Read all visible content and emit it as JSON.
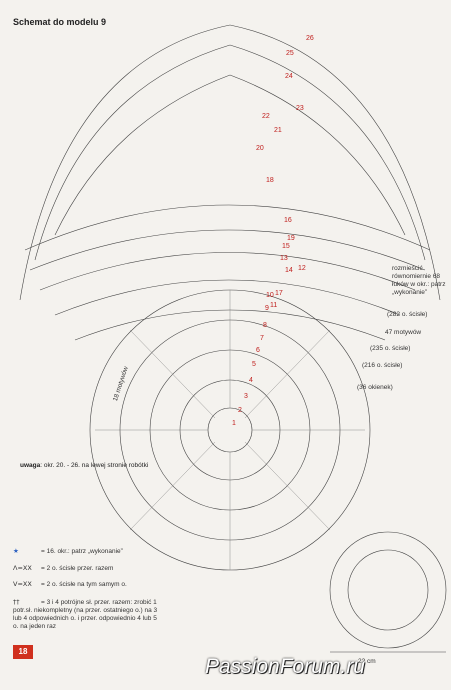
{
  "title": "Schemat do modelu 9",
  "notes": {
    "even": "rozmieścić równomiernie 68 łuków w okr.: patrz „wykonanie”",
    "r282": "(282 o. ścisłe)",
    "motifs47": "47 motywów",
    "r235": "(235 o. ścisłe)",
    "r216": "(216 o. ścisłe)",
    "r36": "(36 okienek)",
    "motifs18": "18 motywów"
  },
  "uwaga": {
    "label": "uwaga",
    "text": ": okr. 20. - 26. na lewej stronie robótki"
  },
  "legend": [
    {
      "sym": "★",
      "text": "= 16. okr.: patrz „wykonanie”"
    },
    {
      "sym": "Λ=XX",
      "text": "= 2 o. ścisłe przer. razem"
    },
    {
      "sym": "V=XX",
      "text": "= 2 o. ścisłe na tym samym o."
    },
    {
      "sym": "††",
      "text": "= 3 i 4 potrójne sł. przer. razem: zrobić 1 potr.sł. niekompletny (na przer. ostatniego o.) na 3 lub 4 odpowiednich o. i przer. odpowiednio 4 lub 5 o. na jeden raz"
    }
  ],
  "page_number": "18",
  "dimension": "22 cm",
  "watermark": "PassionForum.ru",
  "round_numbers_red": [
    "26",
    "25",
    "24",
    "23",
    "22",
    "21",
    "20",
    "19",
    "18",
    "17",
    "16",
    "15",
    "14",
    "13",
    "12",
    "11",
    "10",
    "9",
    "8",
    "7",
    "6",
    "5",
    "4",
    "3",
    "2",
    "1"
  ],
  "colors": {
    "red": "#c0201e",
    "green": "#2a8a2a",
    "star": "#2a5fc0"
  }
}
